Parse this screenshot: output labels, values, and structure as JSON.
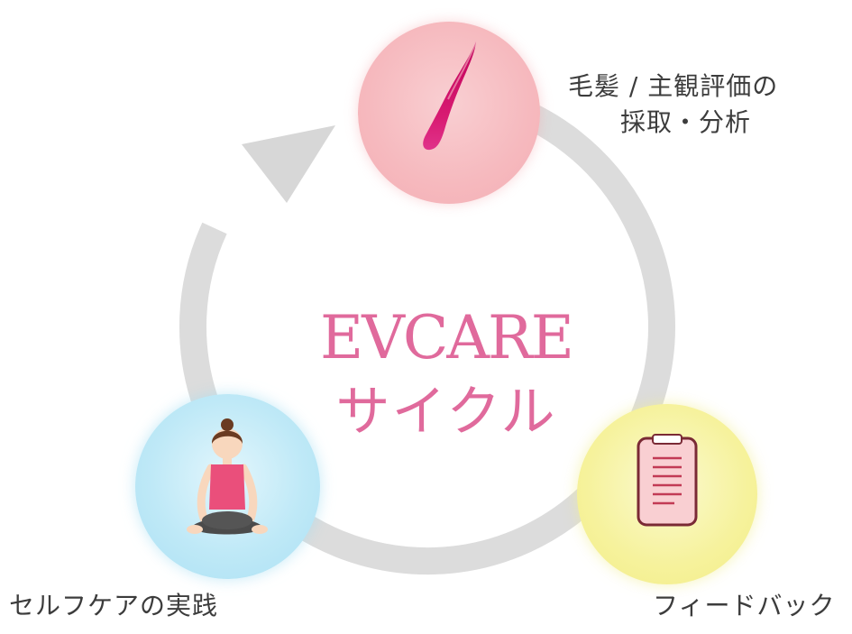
{
  "diagram": {
    "title_line1": "EVCARE",
    "title_line2": "サイクル",
    "steps": [
      {
        "id": "hair",
        "label_lines": [
          "毛髪 / 主観評価の",
          "採取・分析"
        ],
        "icon": "hair-strand-icon",
        "color": "#f6b9be"
      },
      {
        "id": "feedback",
        "label_lines": [
          "フィードバック"
        ],
        "icon": "clipboard-document-icon",
        "color": "#f6f29c"
      },
      {
        "id": "self",
        "label_lines": [
          "セルフケアの実践"
        ],
        "icon": "meditating-person-icon",
        "color": "#bfe9f7"
      }
    ],
    "colors": {
      "accent": "#e06a9c",
      "arrow": "#d9d9d9",
      "text": "#3c3c3c"
    }
  }
}
